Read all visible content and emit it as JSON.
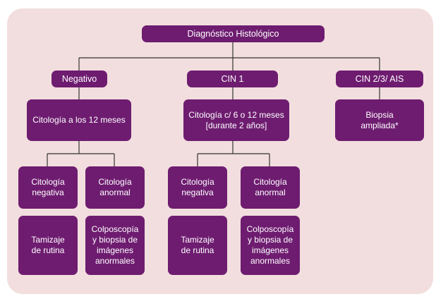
{
  "diagram": {
    "root": "Diagnóstico Histológico",
    "branches": [
      {
        "label": "Negativo",
        "followup": "Citología a los 12 meses",
        "outcomes": [
          {
            "result": [
              "Citología",
              "negativa"
            ],
            "action": [
              "Tamizaje",
              "de rutina"
            ]
          },
          {
            "result": [
              "Citología",
              "anormal"
            ],
            "action": [
              "Colposcopía",
              "y biopsia de",
              "imágenes",
              "anormales"
            ]
          }
        ]
      },
      {
        "label": "CIN 1",
        "followup": [
          "Citología c/ 6 o 12 meses",
          "[durante 2 años]"
        ],
        "outcomes": [
          {
            "result": [
              "Citología",
              "negativa"
            ],
            "action": [
              "Tamizaje",
              "de rutina"
            ]
          },
          {
            "result": [
              "Citología",
              "anormal"
            ],
            "action": [
              "Colposcopía",
              "y biopsia de",
              "imágenes",
              "anormales"
            ]
          }
        ]
      },
      {
        "label": "CIN 2/3/ AIS",
        "followup": [
          "Biopsia",
          "ampliada*"
        ]
      }
    ]
  },
  "colors": {
    "box": "#6e1c70",
    "background": "#f2dede",
    "connector": "#333333"
  }
}
